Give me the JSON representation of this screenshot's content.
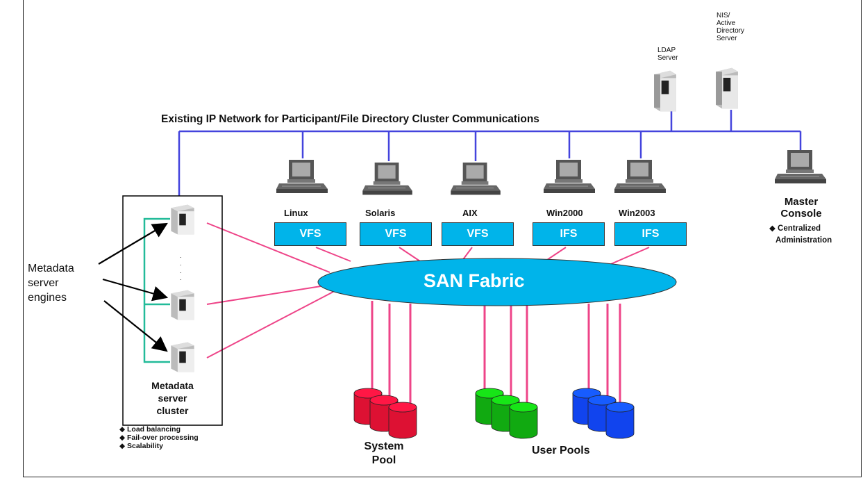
{
  "network": {
    "title": "Existing IP Network for Participant/File Directory Cluster Communications"
  },
  "servers": {
    "ldap": "LDAP\nServer",
    "nis": "NIS/\nActive\nDirectory\nServer"
  },
  "clients": [
    {
      "os": "Linux",
      "fs": "VFS"
    },
    {
      "os": "Solaris",
      "fs": "VFS"
    },
    {
      "os": "AIX",
      "fs": "VFS"
    },
    {
      "os": "Win2000",
      "fs": "IFS"
    },
    {
      "os": "Win2003",
      "fs": "IFS"
    }
  ],
  "master_console": {
    "label": "Master\nConsole",
    "feature_1": "Centralized",
    "feature_2": "Administration"
  },
  "san": {
    "label": "SAN Fabric"
  },
  "metadata": {
    "engines_label": "Metadata\nserver\nengines",
    "ellipsis": ".\n.\n.\n.",
    "cluster_label": "Metadata\nserver\ncluster",
    "features": [
      "Load balancing",
      "Fail-over processing",
      "Scalability"
    ]
  },
  "pools": {
    "system": "System\nPool",
    "user": "User Pools"
  },
  "colors": {
    "ip_line": "#4444dd",
    "san_line": "#ee4488",
    "cluster_link": "#22bb99",
    "fabric_fill": "#00b4ea",
    "system_pool": "#dd1133",
    "user_pool_green": "#11aa11",
    "user_pool_blue": "#1144ee"
  }
}
